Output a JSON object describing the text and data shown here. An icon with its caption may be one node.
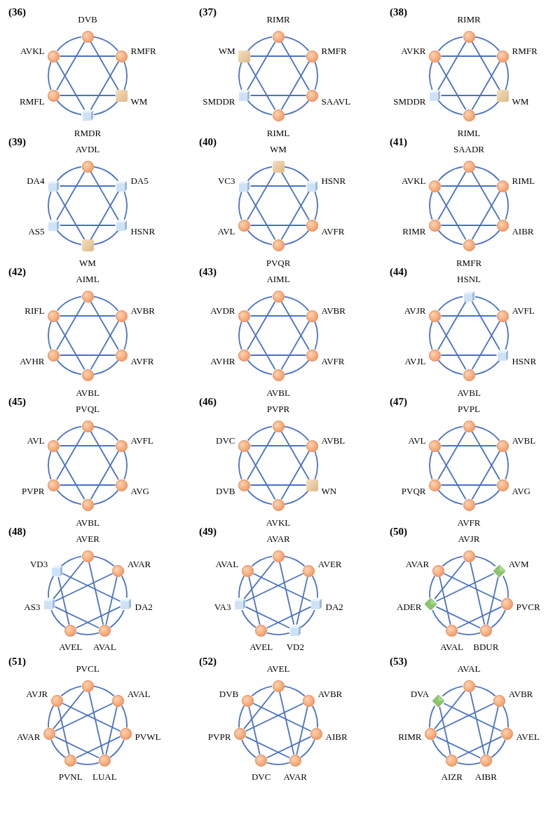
{
  "diagram": {
    "nodes": [
      {
        "text": [],
        "shape": "circle",
        "beside": [
          "DVB"
        ]
      },
      {
        "text": [],
        "shape": "circle",
        "beside": [
          "RMFR"
        ]
      },
      {
        "text": [],
        "shape": "box",
        "beside": [
          "WM"
        ]
      },
      {
        "text": [],
        "shape": "cube",
        "beside": [
          "RMDR"
        ]
      },
      {
        "text": [],
        "shape": "circle",
        "beside": [
          "RMFL"
        ]
      },
      {
        "text": [],
        "shape": "circle",
        "beside": [
          "AVKL"
        ]
      },
      {
        "text": [],
        "shape": "circle",
        "beside": [
          "RIMR"
        ]
      },
      {
        "text": [],
        "shape": "circle",
        "beside": [
          "RMFR"
        ]
      },
      {
        "text": [],
        "shape": "circle",
        "beside": [
          "SAAVL"
        ]
      },
      {
        "text": [],
        "shape": "circle",
        "beside": [
          "RIML"
        ]
      },
      {
        "text": [],
        "shape": "cube",
        "beside": [
          "SMDDR"
        ]
      },
      {
        "text": [],
        "shape": "box",
        "beside": [
          "WM"
        ]
      },
      {
        "text": [],
        "shape": "circle",
        "beside": [
          "RIMR"
        ]
      },
      {
        "text": [],
        "shape": "circle",
        "beside": [
          "RMFR"
        ]
      },
      {
        "text": [],
        "shape": "box",
        "beside": [
          "WM"
        ]
      },
      {
        "text": [],
        "shape": "circle",
        "beside": [
          "RIML"
        ]
      },
      {
        "text": [],
        "shape": "cube",
        "beside": [
          "SMDDR"
        ]
      },
      {
        "text": [],
        "shape": "circle",
        "beside": [
          "AVKR"
        ]
      },
      {
        "text": [],
        "shape": "circle",
        "beside": [
          "AVDL"
        ]
      },
      {
        "text": [],
        "shape": "cube",
        "beside": [
          "DA5"
        ]
      },
      {
        "text": [],
        "shape": "cube",
        "beside": [
          "HSNR"
        ]
      },
      {
        "text": [],
        "shape": "box",
        "beside": [
          "WM"
        ]
      },
      {
        "text": [],
        "shape": "cube",
        "beside": [
          "AS5"
        ]
      },
      {
        "text": [],
        "shape": "cube",
        "beside": [
          "DA4"
        ]
      },
      {
        "text": [],
        "shape": "box",
        "beside": [
          "WM"
        ]
      },
      {
        "text": [],
        "shape": "cube",
        "beside": [
          "HSNR"
        ]
      },
      {
        "text": [],
        "shape": "circle",
        "beside": [
          "AVFR"
        ]
      },
      {
        "text": [],
        "shape": "circle",
        "beside": [
          "PVQR"
        ]
      },
      {
        "text": [],
        "shape": "circle",
        "beside": [
          "AVL"
        ]
      },
      {
        "text": [],
        "shape": "cube",
        "beside": [
          "VC3"
        ]
      },
      {
        "text": [],
        "shape": "circle",
        "beside": [
          "SAADR"
        ]
      },
      {
        "text": [],
        "shape": "circle",
        "beside": [
          "RIML"
        ]
      },
      {
        "text": [],
        "shape": "circle",
        "beside": [
          "AIBR"
        ]
      },
      {
        "text": [],
        "shape": "circle",
        "beside": [
          "RMFR"
        ]
      },
      {
        "text": [],
        "shape": "circle",
        "beside": [
          "RIMR"
        ]
      },
      {
        "text": [],
        "shape": "circle",
        "beside": [
          "AVKL"
        ]
      },
      {
        "text": [],
        "shape": "circle",
        "beside": [
          "AIML"
        ]
      },
      {
        "text": [],
        "shape": "circle",
        "beside": [
          "AVBR"
        ]
      },
      {
        "text": [],
        "shape": "circle",
        "beside": [
          "AVFR"
        ]
      },
      {
        "text": [],
        "shape": "circle",
        "beside": [
          "AVBL"
        ]
      },
      {
        "text": [],
        "shape": "circle",
        "beside": [
          "AVHR"
        ]
      },
      {
        "text": [],
        "shape": "circle",
        "beside": [
          "RIFL"
        ]
      },
      {
        "text": [],
        "shape": "circle",
        "beside": [
          "AIML"
        ]
      },
      {
        "text": [],
        "shape": "circle",
        "beside": [
          "AVBR"
        ]
      },
      {
        "text": [],
        "shape": "circle",
        "beside": [
          "AVFR"
        ]
      },
      {
        "text": [],
        "shape": "circle",
        "beside": [
          "AVBL"
        ]
      },
      {
        "text": [],
        "shape": "circle",
        "beside": [
          "AVHR"
        ]
      },
      {
        "text": [],
        "shape": "circle",
        "beside": [
          "AVDR"
        ]
      },
      {
        "text": [],
        "shape": "cube",
        "beside": [
          "HSNL"
        ]
      },
      {
        "text": [],
        "shape": "circle",
        "beside": [
          "AVFL"
        ]
      },
      {
        "text": [],
        "shape": "cube",
        "beside": [
          "HSNR"
        ]
      },
      {
        "text": [],
        "shape": "circle",
        "beside": [
          "AVBL"
        ]
      },
      {
        "text": [],
        "shape": "circle",
        "beside": [
          "AVJL"
        ]
      },
      {
        "text": [],
        "shape": "circle",
        "beside": [
          "AVJR"
        ]
      },
      {
        "text": [],
        "shape": "circle",
        "beside": [
          "PVQL"
        ]
      },
      {
        "text": [],
        "shape": "circle",
        "beside": [
          "AVFL"
        ]
      },
      {
        "text": [],
        "shape": "circle",
        "beside": [
          "AVG"
        ]
      },
      {
        "text": [],
        "shape": "circle",
        "beside": [
          "AVBL"
        ]
      },
      {
        "text": [],
        "shape": "circle",
        "beside": [
          "PVPR"
        ]
      },
      {
        "text": [],
        "shape": "circle",
        "beside": [
          "AVL"
        ]
      },
      {
        "text": [],
        "shape": "circle",
        "beside": [
          "PVPR"
        ]
      },
      {
        "text": [],
        "shape": "circle",
        "beside": [
          "AVBL"
        ]
      },
      {
        "text": [],
        "shape": "box",
        "beside": [
          "WN"
        ]
      },
      {
        "text": [],
        "shape": "circle",
        "beside": [
          "AVKL"
        ]
      },
      {
        "text": [],
        "shape": "circle",
        "beside": [
          "DVB"
        ]
      },
      {
        "text": [],
        "shape": "circle",
        "beside": [
          "DVC"
        ]
      },
      {
        "text": [],
        "shape": "circle",
        "beside": [
          "PVPL"
        ]
      },
      {
        "text": [],
        "shape": "circle",
        "beside": [
          "AVBL"
        ]
      },
      {
        "text": [],
        "shape": "circle",
        "beside": [
          "AVG"
        ]
      },
      {
        "text": [],
        "shape": "circle",
        "beside": [
          "AVFR"
        ]
      },
      {
        "text": [],
        "shape": "circle",
        "beside": [
          "PVQR"
        ]
      },
      {
        "text": [],
        "shape": "circle",
        "beside": [
          "AVL"
        ]
      },
      {
        "text": [],
        "shape": "circle",
        "beside": [
          "AVER"
        ]
      },
      {
        "text": [],
        "shape": "circle",
        "beside": [
          "AVAR"
        ]
      },
      {
        "text": [],
        "shape": "cube",
        "beside": [
          "DA2"
        ]
      },
      {
        "text": [],
        "shape": "circle",
        "beside": [
          "AVAL"
        ]
      },
      {
        "text": [],
        "shape": "circle",
        "beside": [
          "AVEL"
        ]
      },
      {
        "text": [],
        "shape": "cube",
        "beside": [
          "AS3"
        ]
      },
      {
        "text": [],
        "shape": "cube",
        "beside": [
          "VD3"
        ]
      },
      {
        "text": [],
        "shape": "circle",
        "beside": [
          "AVAR"
        ]
      },
      {
        "text": [],
        "shape": "circle",
        "beside": [
          "AVER"
        ]
      },
      {
        "text": [],
        "shape": "cube",
        "beside": [
          "DA2"
        ]
      },
      {
        "text": [],
        "shape": "cube",
        "beside": [
          "VD2"
        ]
      },
      {
        "text": [],
        "shape": "circle",
        "beside": [
          "AVEL"
        ]
      },
      {
        "text": [],
        "shape": "cube",
        "beside": [
          "VA3"
        ]
      },
      {
        "text": [],
        "shape": "circle",
        "beside": [
          "AVAL"
        ]
      },
      {
        "text": [],
        "shape": "circle",
        "beside": [
          "AVJR"
        ]
      },
      {
        "text": [],
        "shape": "diamond",
        "beside": [
          "AVM"
        ]
      },
      {
        "text": [],
        "shape": "circle",
        "beside": [
          "PVCR"
        ]
      },
      {
        "text": [],
        "shape": "circle",
        "beside": [
          "BDUR"
        ]
      },
      {
        "text": [],
        "shape": "circle",
        "beside": [
          "AVAL"
        ]
      },
      {
        "text": [],
        "shape": "diamond",
        "beside": [
          "ADER"
        ]
      },
      {
        "text": [],
        "shape": "circle",
        "beside": [
          "AVAR"
        ]
      },
      {
        "text": [],
        "shape": "circle",
        "beside": [
          "PVCL"
        ]
      },
      {
        "text": [],
        "shape": "circle",
        "beside": [
          "AVAL"
        ]
      },
      {
        "text": [],
        "shape": "circle",
        "beside": [
          "PVWL"
        ]
      },
      {
        "text": [],
        "shape": "circle",
        "beside": [
          "LUAL"
        ]
      },
      {
        "text": [],
        "shape": "circle",
        "beside": [
          "PVNL"
        ]
      },
      {
        "text": [],
        "shape": "circle",
        "beside": [
          "AVAR"
        ]
      },
      {
        "text": [],
        "shape": "circle",
        "beside": [
          "AVJR"
        ]
      },
      {
        "text": [],
        "shape": "circle",
        "beside": [
          "AVEL"
        ]
      },
      {
        "text": [],
        "shape": "circle",
        "beside": [
          "AVBR"
        ]
      },
      {
        "text": [],
        "shape": "circle",
        "beside": [
          "AIBR"
        ]
      },
      {
        "text": [],
        "shape": "circle",
        "beside": [
          "AVAR"
        ]
      },
      {
        "text": [],
        "shape": "circle",
        "beside": [
          "DVC"
        ]
      },
      {
        "text": [],
        "shape": "circle",
        "beside": [
          "PVPR"
        ]
      },
      {
        "text": [],
        "shape": "circle",
        "beside": [
          "DVB"
        ]
      },
      {
        "text": [],
        "shape": "circle",
        "beside": [
          "AVAL"
        ]
      },
      {
        "text": [],
        "shape": "circle",
        "beside": [
          "AVBR"
        ]
      },
      {
        "text": [],
        "shape": "circle",
        "beside": [
          "AVEL"
        ]
      },
      {
        "text": [],
        "shape": "circle",
        "beside": [
          "AIBR"
        ]
      },
      {
        "text": [],
        "shape": "circle",
        "beside": [
          "AIZR"
        ]
      },
      {
        "text": [],
        "shape": "circle",
        "beside": [
          "RIMR"
        ]
      },
      {
        "text": [],
        "shape": "diamond",
        "beside": [
          "DVA"
        ]
      }
    ],
    "edges": [
      {
        "from": 0,
        "to": 1,
        "arrow": "none"
      },
      {
        "from": 1,
        "to": 2,
        "arrow": "none"
      },
      {
        "from": 2,
        "to": 3,
        "arrow": "none"
      },
      {
        "from": 3,
        "to": 4,
        "arrow": "none"
      },
      {
        "from": 4,
        "to": 5,
        "arrow": "none"
      },
      {
        "from": 5,
        "to": 0,
        "arrow": "none"
      },
      {
        "from": 0,
        "to": 2,
        "arrow": "none"
      },
      {
        "from": 2,
        "to": 4,
        "arrow": "none"
      },
      {
        "from": 4,
        "to": 0,
        "arrow": "none"
      },
      {
        "from": 1,
        "to": 3,
        "arrow": "none"
      },
      {
        "from": 3,
        "to": 5,
        "arrow": "none"
      },
      {
        "from": 5,
        "to": 1,
        "arrow": "none"
      },
      {
        "from": 6,
        "to": 7,
        "arrow": "none"
      },
      {
        "from": 7,
        "to": 8,
        "arrow": "none"
      },
      {
        "from": 8,
        "to": 9,
        "arrow": "none"
      },
      {
        "from": 9,
        "to": 10,
        "arrow": "none"
      },
      {
        "from": 10,
        "to": 11,
        "arrow": "none"
      },
      {
        "from": 11,
        "to": 6,
        "arrow": "none"
      },
      {
        "from": 6,
        "to": 8,
        "arrow": "none"
      },
      {
        "from": 8,
        "to": 10,
        "arrow": "none"
      },
      {
        "from": 10,
        "to": 6,
        "arrow": "none"
      },
      {
        "from": 7,
        "to": 9,
        "arrow": "none"
      },
      {
        "from": 9,
        "to": 11,
        "arrow": "none"
      },
      {
        "from": 11,
        "to": 7,
        "arrow": "none"
      },
      {
        "from": 12,
        "to": 13,
        "arrow": "none"
      },
      {
        "from": 13,
        "to": 14,
        "arrow": "none"
      },
      {
        "from": 14,
        "to": 15,
        "arrow": "none"
      },
      {
        "from": 15,
        "to": 16,
        "arrow": "none"
      },
      {
        "from": 16,
        "to": 17,
        "arrow": "none"
      },
      {
        "from": 17,
        "to": 12,
        "arrow": "none"
      },
      {
        "from": 12,
        "to": 14,
        "arrow": "none"
      },
      {
        "from": 14,
        "to": 16,
        "arrow": "none"
      },
      {
        "from": 16,
        "to": 12,
        "arrow": "none"
      },
      {
        "from": 13,
        "to": 15,
        "arrow": "none"
      },
      {
        "from": 15,
        "to": 17,
        "arrow": "none"
      },
      {
        "from": 17,
        "to": 13,
        "arrow": "none"
      },
      {
        "from": 18,
        "to": 19,
        "arrow": "none"
      },
      {
        "from": 19,
        "to": 20,
        "arrow": "none"
      },
      {
        "from": 20,
        "to": 21,
        "arrow": "none"
      },
      {
        "from": 21,
        "to": 22,
        "arrow": "none"
      },
      {
        "from": 22,
        "to": 23,
        "arrow": "none"
      },
      {
        "from": 23,
        "to": 18,
        "arrow": "none"
      },
      {
        "from": 18,
        "to": 20,
        "arrow": "none"
      },
      {
        "from": 20,
        "to": 22,
        "arrow": "none"
      },
      {
        "from": 22,
        "to": 18,
        "arrow": "none"
      },
      {
        "from": 19,
        "to": 21,
        "arrow": "none"
      },
      {
        "from": 21,
        "to": 23,
        "arrow": "none"
      },
      {
        "from": 23,
        "to": 19,
        "arrow": "none"
      },
      {
        "from": 24,
        "to": 25,
        "arrow": "none"
      },
      {
        "from": 25,
        "to": 26,
        "arrow": "none"
      },
      {
        "from": 26,
        "to": 27,
        "arrow": "none"
      },
      {
        "from": 27,
        "to": 28,
        "arrow": "none"
      },
      {
        "from": 28,
        "to": 29,
        "arrow": "none"
      },
      {
        "from": 29,
        "to": 24,
        "arrow": "none"
      },
      {
        "from": 24,
        "to": 26,
        "arrow": "none"
      },
      {
        "from": 26,
        "to": 28,
        "arrow": "none"
      },
      {
        "from": 28,
        "to": 24,
        "arrow": "none"
      },
      {
        "from": 25,
        "to": 27,
        "arrow": "none"
      },
      {
        "from": 27,
        "to": 29,
        "arrow": "none"
      },
      {
        "from": 29,
        "to": 25,
        "arrow": "none"
      },
      {
        "from": 30,
        "to": 31,
        "arrow": "none"
      },
      {
        "from": 31,
        "to": 32,
        "arrow": "none"
      },
      {
        "from": 32,
        "to": 33,
        "arrow": "none"
      },
      {
        "from": 33,
        "to": 34,
        "arrow": "none"
      },
      {
        "from": 34,
        "to": 35,
        "arrow": "none"
      },
      {
        "from": 35,
        "to": 30,
        "arrow": "none"
      },
      {
        "from": 30,
        "to": 32,
        "arrow": "none"
      },
      {
        "from": 32,
        "to": 34,
        "arrow": "none"
      },
      {
        "from": 34,
        "to": 30,
        "arrow": "none"
      },
      {
        "from": 31,
        "to": 33,
        "arrow": "none"
      },
      {
        "from": 33,
        "to": 35,
        "arrow": "none"
      },
      {
        "from": 35,
        "to": 31,
        "arrow": "none"
      },
      {
        "from": 36,
        "to": 37,
        "arrow": "none"
      },
      {
        "from": 37,
        "to": 38,
        "arrow": "none"
      },
      {
        "from": 38,
        "to": 39,
        "arrow": "none"
      },
      {
        "from": 39,
        "to": 40,
        "arrow": "none"
      },
      {
        "from": 40,
        "to": 41,
        "arrow": "none"
      },
      {
        "from": 41,
        "to": 36,
        "arrow": "none"
      },
      {
        "from": 36,
        "to": 38,
        "arrow": "none"
      },
      {
        "from": 38,
        "to": 40,
        "arrow": "none"
      },
      {
        "from": 40,
        "to": 36,
        "arrow": "none"
      },
      {
        "from": 37,
        "to": 39,
        "arrow": "none"
      },
      {
        "from": 39,
        "to": 41,
        "arrow": "none"
      },
      {
        "from": 41,
        "to": 37,
        "arrow": "none"
      },
      {
        "from": 42,
        "to": 43,
        "arrow": "none"
      },
      {
        "from": 43,
        "to": 44,
        "arrow": "none"
      },
      {
        "from": 44,
        "to": 45,
        "arrow": "none"
      },
      {
        "from": 45,
        "to": 46,
        "arrow": "none"
      },
      {
        "from": 46,
        "to": 47,
        "arrow": "none"
      },
      {
        "from": 47,
        "to": 42,
        "arrow": "none"
      },
      {
        "from": 42,
        "to": 44,
        "arrow": "none"
      },
      {
        "from": 44,
        "to": 46,
        "arrow": "none"
      },
      {
        "from": 46,
        "to": 42,
        "arrow": "none"
      },
      {
        "from": 43,
        "to": 45,
        "arrow": "none"
      },
      {
        "from": 45,
        "to": 47,
        "arrow": "none"
      },
      {
        "from": 47,
        "to": 43,
        "arrow": "none"
      },
      {
        "from": 48,
        "to": 49,
        "arrow": "none"
      },
      {
        "from": 49,
        "to": 50,
        "arrow": "none"
      },
      {
        "from": 50,
        "to": 51,
        "arrow": "none"
      },
      {
        "from": 51,
        "to": 52,
        "arrow": "none"
      },
      {
        "from": 52,
        "to": 53,
        "arrow": "none"
      },
      {
        "from": 53,
        "to": 48,
        "arrow": "none"
      },
      {
        "from": 48,
        "to": 50,
        "arrow": "none"
      },
      {
        "from": 50,
        "to": 52,
        "arrow": "none"
      },
      {
        "from": 52,
        "to": 48,
        "arrow": "none"
      },
      {
        "from": 49,
        "to": 51,
        "arrow": "none"
      },
      {
        "from": 51,
        "to": 53,
        "arrow": "none"
      },
      {
        "from": 53,
        "to": 49,
        "arrow": "none"
      },
      {
        "from": 54,
        "to": 55,
        "arrow": "none"
      },
      {
        "from": 55,
        "to": 56,
        "arrow": "none"
      },
      {
        "from": 56,
        "to": 57,
        "arrow": "none"
      },
      {
        "from": 57,
        "to": 58,
        "arrow": "none"
      },
      {
        "from": 58,
        "to": 59,
        "arrow": "none"
      },
      {
        "from": 59,
        "to": 54,
        "arrow": "none"
      },
      {
        "from": 54,
        "to": 56,
        "arrow": "none"
      },
      {
        "from": 56,
        "to": 58,
        "arrow": "none"
      },
      {
        "from": 58,
        "to": 54,
        "arrow": "none"
      },
      {
        "from": 55,
        "to": 57,
        "arrow": "none"
      },
      {
        "from": 57,
        "to": 59,
        "arrow": "none"
      },
      {
        "from": 59,
        "to": 55,
        "arrow": "none"
      },
      {
        "from": 60,
        "to": 61,
        "arrow": "none"
      },
      {
        "from": 61,
        "to": 62,
        "arrow": "none"
      },
      {
        "from": 62,
        "to": 63,
        "arrow": "none"
      },
      {
        "from": 63,
        "to": 64,
        "arrow": "none"
      },
      {
        "from": 64,
        "to": 65,
        "arrow": "none"
      },
      {
        "from": 65,
        "to": 60,
        "arrow": "none"
      },
      {
        "from": 60,
        "to": 62,
        "arrow": "none"
      },
      {
        "from": 62,
        "to": 64,
        "arrow": "none"
      },
      {
        "from": 64,
        "to": 60,
        "arrow": "none"
      },
      {
        "from": 61,
        "to": 63,
        "arrow": "none"
      },
      {
        "from": 63,
        "to": 65,
        "arrow": "none"
      },
      {
        "from": 65,
        "to": 61,
        "arrow": "none"
      },
      {
        "from": 66,
        "to": 67,
        "arrow": "none"
      },
      {
        "from": 67,
        "to": 68,
        "arrow": "none"
      },
      {
        "from": 68,
        "to": 69,
        "arrow": "none"
      },
      {
        "from": 69,
        "to": 70,
        "arrow": "none"
      },
      {
        "from": 70,
        "to": 71,
        "arrow": "none"
      },
      {
        "from": 71,
        "to": 66,
        "arrow": "none"
      },
      {
        "from": 66,
        "to": 68,
        "arrow": "none"
      },
      {
        "from": 68,
        "to": 70,
        "arrow": "none"
      },
      {
        "from": 70,
        "to": 66,
        "arrow": "none"
      },
      {
        "from": 67,
        "to": 69,
        "arrow": "none"
      },
      {
        "from": 69,
        "to": 71,
        "arrow": "none"
      },
      {
        "from": 71,
        "to": 67,
        "arrow": "none"
      },
      {
        "from": 72,
        "to": 73,
        "arrow": "none"
      },
      {
        "from": 73,
        "to": 74,
        "arrow": "none"
      },
      {
        "from": 74,
        "to": 75,
        "arrow": "none"
      },
      {
        "from": 75,
        "to": 76,
        "arrow": "none"
      },
      {
        "from": 76,
        "to": 77,
        "arrow": "none"
      },
      {
        "from": 77,
        "to": 78,
        "arrow": "none"
      },
      {
        "from": 78,
        "to": 72,
        "arrow": "none"
      },
      {
        "from": 72,
        "to": 77,
        "arrow": "none"
      },
      {
        "from": 72,
        "to": 75,
        "arrow": "none"
      },
      {
        "from": 78,
        "to": 74,
        "arrow": "none"
      },
      {
        "from": 78,
        "to": 76,
        "arrow": "none"
      },
      {
        "from": 73,
        "to": 77,
        "arrow": "none"
      },
      {
        "from": 73,
        "to": 75,
        "arrow": "none"
      },
      {
        "from": 77,
        "to": 75,
        "arrow": "none"
      },
      {
        "from": 74,
        "to": 76,
        "arrow": "none"
      },
      {
        "from": 79,
        "to": 80,
        "arrow": "none"
      },
      {
        "from": 80,
        "to": 81,
        "arrow": "none"
      },
      {
        "from": 81,
        "to": 82,
        "arrow": "none"
      },
      {
        "from": 82,
        "to": 83,
        "arrow": "none"
      },
      {
        "from": 83,
        "to": 84,
        "arrow": "none"
      },
      {
        "from": 84,
        "to": 85,
        "arrow": "none"
      },
      {
        "from": 85,
        "to": 79,
        "arrow": "none"
      },
      {
        "from": 79,
        "to": 84,
        "arrow": "none"
      },
      {
        "from": 79,
        "to": 82,
        "arrow": "none"
      },
      {
        "from": 85,
        "to": 81,
        "arrow": "none"
      },
      {
        "from": 85,
        "to": 83,
        "arrow": "none"
      },
      {
        "from": 80,
        "to": 84,
        "arrow": "none"
      },
      {
        "from": 80,
        "to": 82,
        "arrow": "none"
      },
      {
        "from": 84,
        "to": 82,
        "arrow": "none"
      },
      {
        "from": 81,
        "to": 83,
        "arrow": "none"
      },
      {
        "from": 86,
        "to": 87,
        "arrow": "none"
      },
      {
        "from": 87,
        "to": 88,
        "arrow": "none"
      },
      {
        "from": 88,
        "to": 89,
        "arrow": "none"
      },
      {
        "from": 89,
        "to": 90,
        "arrow": "none"
      },
      {
        "from": 90,
        "to": 91,
        "arrow": "none"
      },
      {
        "from": 91,
        "to": 92,
        "arrow": "none"
      },
      {
        "from": 92,
        "to": 86,
        "arrow": "none"
      },
      {
        "from": 86,
        "to": 91,
        "arrow": "none"
      },
      {
        "from": 86,
        "to": 89,
        "arrow": "none"
      },
      {
        "from": 92,
        "to": 88,
        "arrow": "none"
      },
      {
        "from": 92,
        "to": 90,
        "arrow": "none"
      },
      {
        "from": 87,
        "to": 91,
        "arrow": "none"
      },
      {
        "from": 87,
        "to": 89,
        "arrow": "none"
      },
      {
        "from": 91,
        "to": 89,
        "arrow": "none"
      },
      {
        "from": 88,
        "to": 90,
        "arrow": "none"
      },
      {
        "from": 93,
        "to": 94,
        "arrow": "none"
      },
      {
        "from": 94,
        "to": 95,
        "arrow": "none"
      },
      {
        "from": 95,
        "to": 96,
        "arrow": "none"
      },
      {
        "from": 96,
        "to": 97,
        "arrow": "none"
      },
      {
        "from": 97,
        "to": 98,
        "arrow": "none"
      },
      {
        "from": 98,
        "to": 99,
        "arrow": "none"
      },
      {
        "from": 99,
        "to": 93,
        "arrow": "none"
      },
      {
        "from": 93,
        "to": 98,
        "arrow": "none"
      },
      {
        "from": 93,
        "to": 96,
        "arrow": "none"
      },
      {
        "from": 99,
        "to": 95,
        "arrow": "none"
      },
      {
        "from": 99,
        "to": 97,
        "arrow": "none"
      },
      {
        "from": 94,
        "to": 98,
        "arrow": "none"
      },
      {
        "from": 94,
        "to": 96,
        "arrow": "none"
      },
      {
        "from": 98,
        "to": 96,
        "arrow": "none"
      },
      {
        "from": 95,
        "to": 97,
        "arrow": "none"
      },
      {
        "from": 100,
        "to": 101,
        "arrow": "none"
      },
      {
        "from": 101,
        "to": 102,
        "arrow": "none"
      },
      {
        "from": 102,
        "to": 103,
        "arrow": "none"
      },
      {
        "from": 103,
        "to": 104,
        "arrow": "none"
      },
      {
        "from": 104,
        "to": 105,
        "arrow": "none"
      },
      {
        "from": 105,
        "to": 106,
        "arrow": "none"
      },
      {
        "from": 106,
        "to": 100,
        "arrow": "none"
      },
      {
        "from": 100,
        "to": 105,
        "arrow": "none"
      },
      {
        "from": 100,
        "to": 103,
        "arrow": "none"
      },
      {
        "from": 106,
        "to": 102,
        "arrow": "none"
      },
      {
        "from": 106,
        "to": 104,
        "arrow": "none"
      },
      {
        "from": 101,
        "to": 105,
        "arrow": "none"
      },
      {
        "from": 101,
        "to": 103,
        "arrow": "none"
      },
      {
        "from": 105,
        "to": 103,
        "arrow": "none"
      },
      {
        "from": 102,
        "to": 104,
        "arrow": "none"
      },
      {
        "from": 107,
        "to": 108,
        "arrow": "none"
      },
      {
        "from": 108,
        "to": 109,
        "arrow": "none"
      },
      {
        "from": 109,
        "to": 110,
        "arrow": "none"
      },
      {
        "from": 110,
        "to": 111,
        "arrow": "none"
      },
      {
        "from": 111,
        "to": 112,
        "arrow": "none"
      },
      {
        "from": 112,
        "to": 113,
        "arrow": "none"
      },
      {
        "from": 113,
        "to": 107,
        "arrow": "none"
      },
      {
        "from": 107,
        "to": 112,
        "arrow": "none"
      },
      {
        "from": 107,
        "to": 110,
        "arrow": "none"
      },
      {
        "from": 113,
        "to": 109,
        "arrow": "none"
      },
      {
        "from": 113,
        "to": 111,
        "arrow": "none"
      },
      {
        "from": 108,
        "to": 112,
        "arrow": "none"
      },
      {
        "from": 108,
        "to": 110,
        "arrow": "none"
      },
      {
        "from": 112,
        "to": 110,
        "arrow": "none"
      },
      {
        "from": 109,
        "to": 111,
        "arrow": "none"
      }
    ],
    "labels": [
      "(36)",
      "(37)",
      "(38)",
      "(39)",
      "(40)",
      "(41)",
      "(42)",
      "(43)",
      "(44)",
      "(45)",
      "(46)",
      "(47)",
      "(48)",
      "(49)",
      "(50)",
      "(51)",
      "(52)",
      "(53)"
    ]
  }
}
